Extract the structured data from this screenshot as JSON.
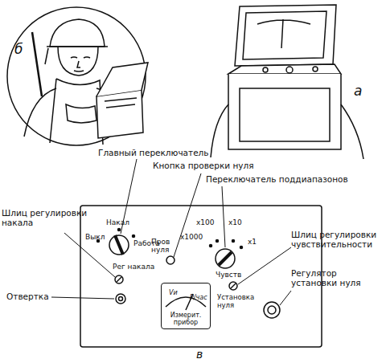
{
  "diagram": {
    "nodes": [
      {
        "text": [
          "Измерит. прибор"
        ]
      }
    ],
    "labels": [
      "б",
      "а",
      "Главный переключатель",
      "Кнопка проверки нуля",
      "Переключатель поддиапазонов",
      "Шлиц регулировки накала",
      "Отвертка",
      "Шлиц регулировки чувствительности",
      "Регулятор установки нуля",
      "Накал",
      "Выкл",
      "Работа",
      "Пров нуля",
      "х1000",
      "х100",
      "х10",
      "х1",
      "Рег накала",
      "Чувств",
      "Vи",
      "Р/час",
      "Установка нуля",
      "в"
    ]
  }
}
